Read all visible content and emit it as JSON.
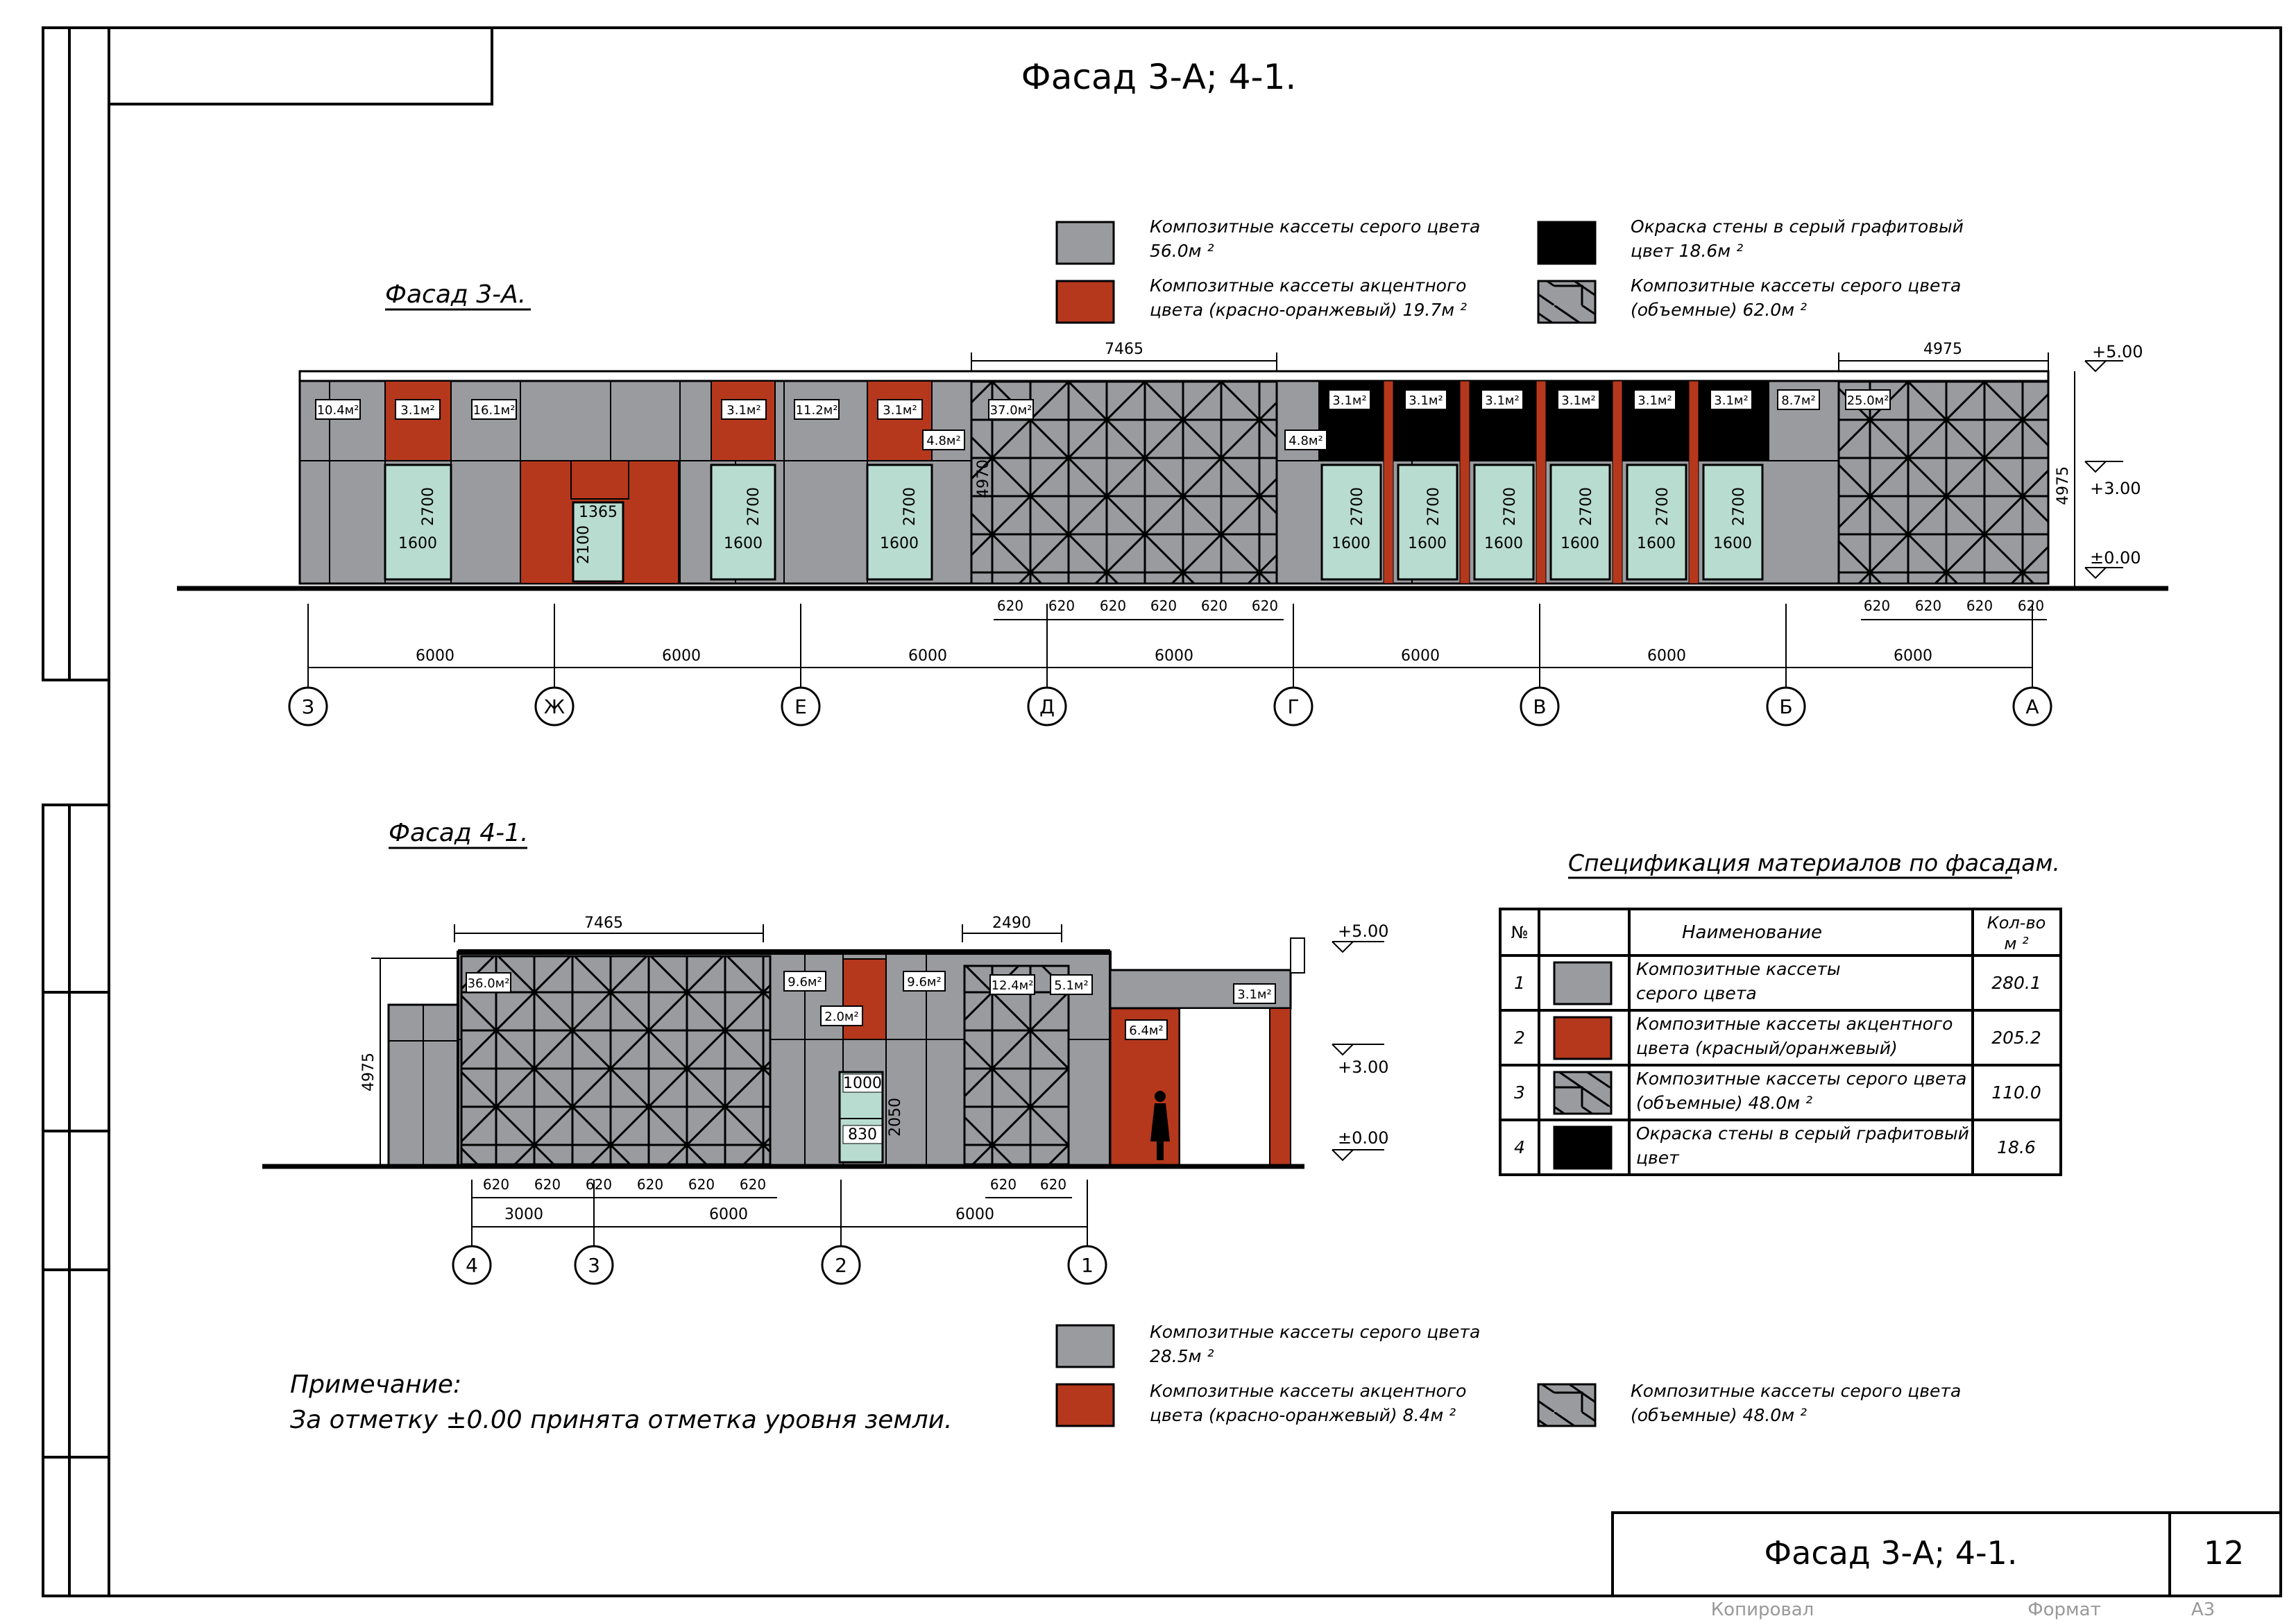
{
  "sheet": {
    "title": "Фасад 3-А; 4-1.",
    "stamp_title": "Фасад 3-А; 4-1.",
    "sheet_number": "12",
    "footer_left": "Копировал",
    "footer_format_label": "Формат",
    "footer_format_value": "А3"
  },
  "facade_a": {
    "title": "Фасад 3-А.",
    "legend": [
      {
        "text1": "Композитные кассеты серого цвета",
        "text2": "56.0м ²",
        "swatch": "gray"
      },
      {
        "text1": "Композитные кассеты акцентного",
        "text2": "цвета (красно-оранжевый)  19.7м ²",
        "swatch": "red"
      },
      {
        "text1": "Окраска стены в серый графитовый",
        "text2": "цвет 18.6м ²",
        "swatch": "black"
      },
      {
        "text1": "Композитные кассеты серого цвета",
        "text2": "(объемные) 62.0м ²",
        "swatch": "pattern"
      }
    ],
    "area_labels": [
      "10.4м²",
      "3.1м²",
      "16.1м²",
      "3.1м²",
      "11.2м²",
      "3.1м²",
      "4.8м²",
      "37.0м²",
      "4.8м²",
      "3.1м²",
      "3.1м²",
      "3.1м²",
      "3.1м²",
      "3.1м²",
      "3.1м²",
      "8.7м²",
      "25.0м²"
    ],
    "top_dims": [
      "7465",
      "4975"
    ],
    "vertical_dims": [
      "4970",
      "4975"
    ],
    "window_dims": {
      "height": "2700",
      "width": "1600"
    },
    "door_dims": {
      "width": "1365",
      "height": "2100"
    },
    "levels": [
      "+5.00",
      "+3.00",
      "±0.00"
    ],
    "module_dims": [
      "620",
      "620",
      "620",
      "620",
      "620",
      "620",
      "620",
      "620",
      "620",
      "620"
    ],
    "span_dims": [
      "6000",
      "6000",
      "6000",
      "6000",
      "6000",
      "6000",
      "6000"
    ],
    "axes": [
      "З",
      "Ж",
      "Е",
      "Д",
      "Г",
      "В",
      "Б",
      "А"
    ]
  },
  "facade_b": {
    "title": "Фасад 4-1.",
    "area_labels": [
      "36.0м²",
      "9.6м²",
      "2.0м²",
      "9.6м²",
      "12.4м²",
      "5.1м²",
      "3.1м²",
      "6.4м²"
    ],
    "top_dims": [
      "7465",
      "2490"
    ],
    "vertical_dim": "4975",
    "door_dims": {
      "top": "1000",
      "bottom": "830",
      "height": "2050"
    },
    "levels": [
      "+5.00",
      "+3.00",
      "±0.00"
    ],
    "module_dims": [
      "620",
      "620",
      "620",
      "620",
      "620",
      "620",
      "620",
      "620"
    ],
    "span_dims": [
      "3000",
      "6000",
      "6000"
    ],
    "axes": [
      "4",
      "3",
      "2",
      "1"
    ],
    "legend": [
      {
        "text1": "Композитные кассеты серого цвета",
        "text2": "28.5м ²",
        "swatch": "gray"
      },
      {
        "text1": "Композитные кассеты акцентного",
        "text2": "цвета (красно-оранжевый) 8.4м ²",
        "swatch": "red"
      },
      {
        "text1": "Композитные кассеты серого цвета",
        "text2": "(объемные) 48.0м ²",
        "swatch": "pattern"
      }
    ]
  },
  "spec": {
    "title": "Спецификация материалов по фасадам.",
    "col_num": "№",
    "col_name": "Наименование",
    "col_qty1": "Кол-во",
    "col_qty2": "м ²",
    "rows": [
      {
        "num": "1",
        "name1": "Композитные кассеты",
        "name2": "серого цвета",
        "qty": "280.1",
        "swatch": "gray"
      },
      {
        "num": "2",
        "name1": "Композитные кассеты акцентного",
        "name2": "цвета (красный/оранжевый)",
        "qty": "205.2",
        "swatch": "red"
      },
      {
        "num": "3",
        "name1": "Композитные кассеты серого цвета",
        "name2": "(объемные) 48.0м ²",
        "qty": "110.0",
        "swatch": "pattern"
      },
      {
        "num": "4",
        "name1": "Окраска стены в серый графитовый",
        "name2": "цвет",
        "qty": "18.6",
        "swatch": "black"
      }
    ]
  },
  "note": {
    "title": "Примечание:",
    "text": "За отметку ±0.00 принята отметка уровня земли."
  },
  "colors": {
    "gray": "#9a9b9f",
    "red": "#b5381d",
    "black": "#000000",
    "glass": "#b9dcd0",
    "line": "#000000"
  }
}
